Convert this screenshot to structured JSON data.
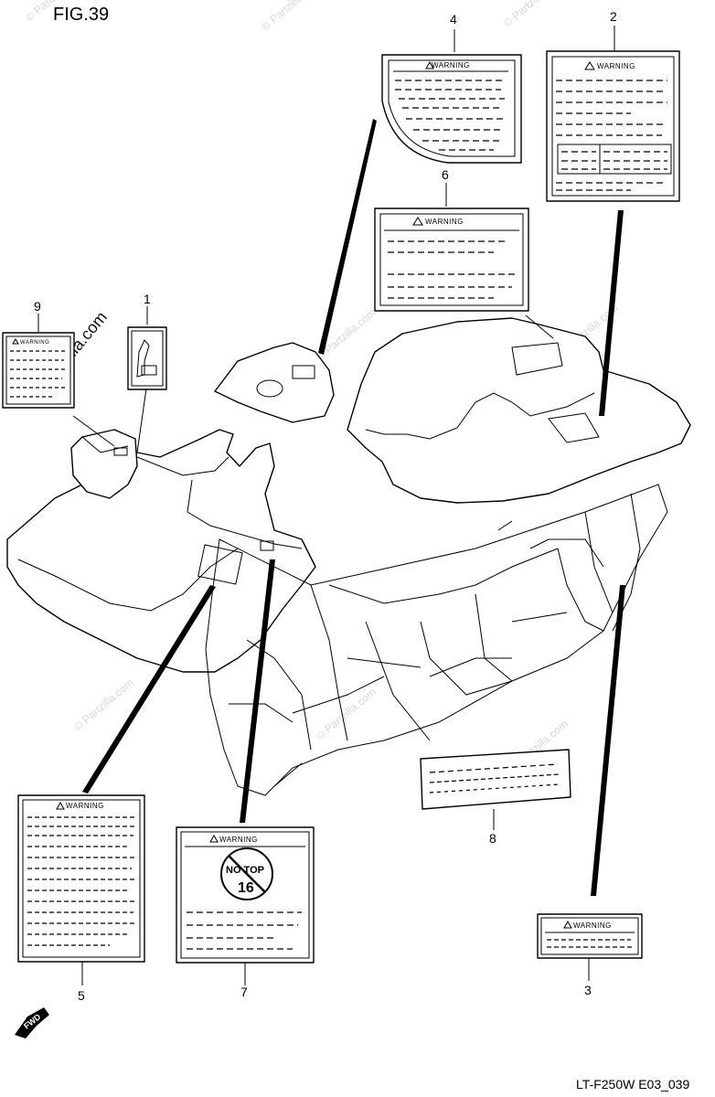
{
  "figure": {
    "title": "FIG.39",
    "code": "LT-F250W E03_039",
    "forward_arrow_text": "FWD",
    "watermark_text": "© Partzilla.com"
  },
  "labels": [
    {
      "number": "1",
      "heading": ""
    },
    {
      "number": "2",
      "heading": "WARNING"
    },
    {
      "number": "3",
      "heading": "WARNING"
    },
    {
      "number": "4",
      "heading": "WARNING"
    },
    {
      "number": "5",
      "heading": "WARNING"
    },
    {
      "number": "6",
      "heading": "WARNING"
    },
    {
      "number": "7",
      "heading": "WARNING"
    },
    {
      "number": "8",
      "heading": ""
    },
    {
      "number": "9",
      "heading": "WARNING"
    }
  ],
  "no_carry_sign": {
    "text": "NO TOP",
    "number": "16"
  }
}
